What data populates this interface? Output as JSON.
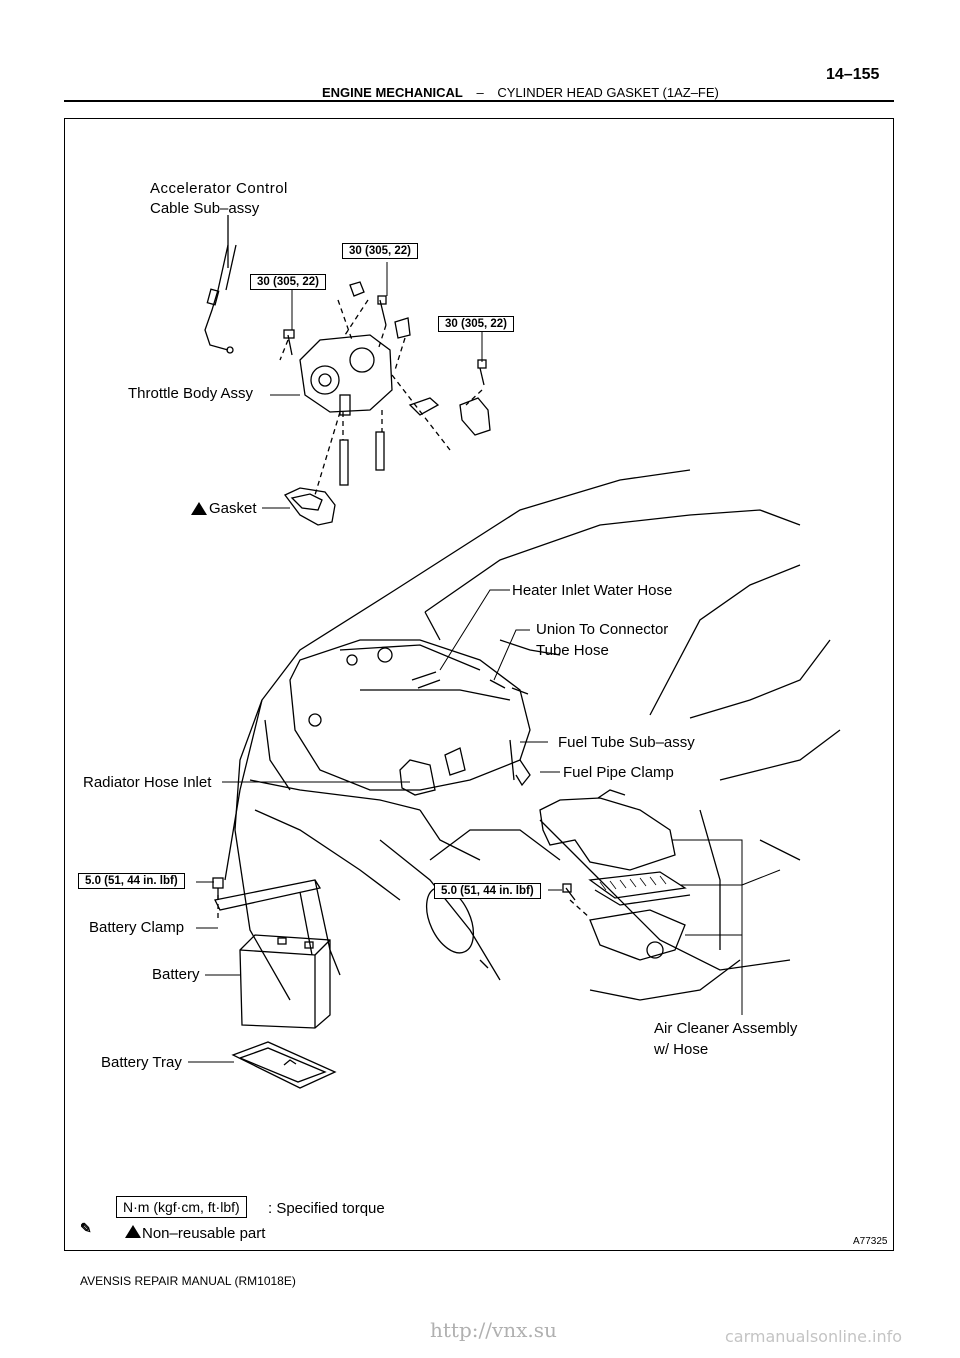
{
  "header": {
    "section": "ENGINE MECHANICAL",
    "separator": "–",
    "subsection": "CYLINDER HEAD GASKET (1AZ–FE)",
    "page_number": "14–155"
  },
  "labels": {
    "accelerator_line1": "Accelerator  Control",
    "accelerator_line2": "Cable Sub–assy",
    "throttle_body": "Throttle Body Assy",
    "gasket": "Gasket",
    "heater_hose": "Heater Inlet Water Hose",
    "union_line1": "Union To Connector",
    "union_line2": "Tube Hose",
    "fuel_tube": "Fuel Tube Sub–assy",
    "fuel_pipe_clamp": "Fuel Pipe Clamp",
    "radiator_hose": "Radiator Hose Inlet",
    "battery_clamp": "Battery Clamp",
    "battery": "Battery",
    "battery_tray": "Battery Tray",
    "air_cleaner_line1": "Air Cleaner Assembly",
    "air_cleaner_line2": "w/ Hose"
  },
  "torque_specs": {
    "t1": "30 (305, 22)",
    "t2": "30 (305, 22)",
    "t3": "30 (305, 22)",
    "t4": "5.0 (51, 44 in. lbf)",
    "t5": "5.0 (51, 44 in. lbf)"
  },
  "legend": {
    "unit_box": "N·m (kgf·cm, ft·lbf)",
    "unit_text": ": Specified torque",
    "nonreusable_text": "Non–reusable part"
  },
  "figure_id": "A77325",
  "footer": {
    "manual": "AVENSIS REPAIR MANUAL   (RM1018E)"
  },
  "watermark": {
    "url": "http://vnx.su",
    "site": "carmanualsonline.info"
  }
}
